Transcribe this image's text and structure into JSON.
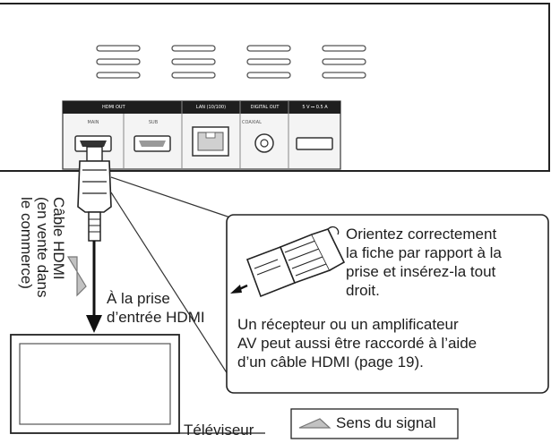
{
  "ports": {
    "hdmi_out": "HDMI OUT",
    "main": "MAIN",
    "sub": "SUB",
    "lan": "LAN (10/100)",
    "digital_out": "DIGITAL OUT",
    "coaxial": "COAXIAL",
    "usb": "5 V ⎓ 0.5 A"
  },
  "cable_label": [
    "Câble HDMI",
    "(en vente dans",
    "le commerce)"
  ],
  "input_label": [
    "À la prise",
    "d’entrée HDMI"
  ],
  "callout": {
    "orient": [
      "Orientez correctement",
      "la fiche par rapport à la",
      "prise et insérez-la tout",
      "droit."
    ],
    "receiver": [
      "Un récepteur ou un amplificateur",
      "AV peut aussi être raccordé à l’aide",
      "d’un câble HDMI (page 19)."
    ]
  },
  "tv_label": "Téléviseur",
  "legend_label": "Sens du signal"
}
